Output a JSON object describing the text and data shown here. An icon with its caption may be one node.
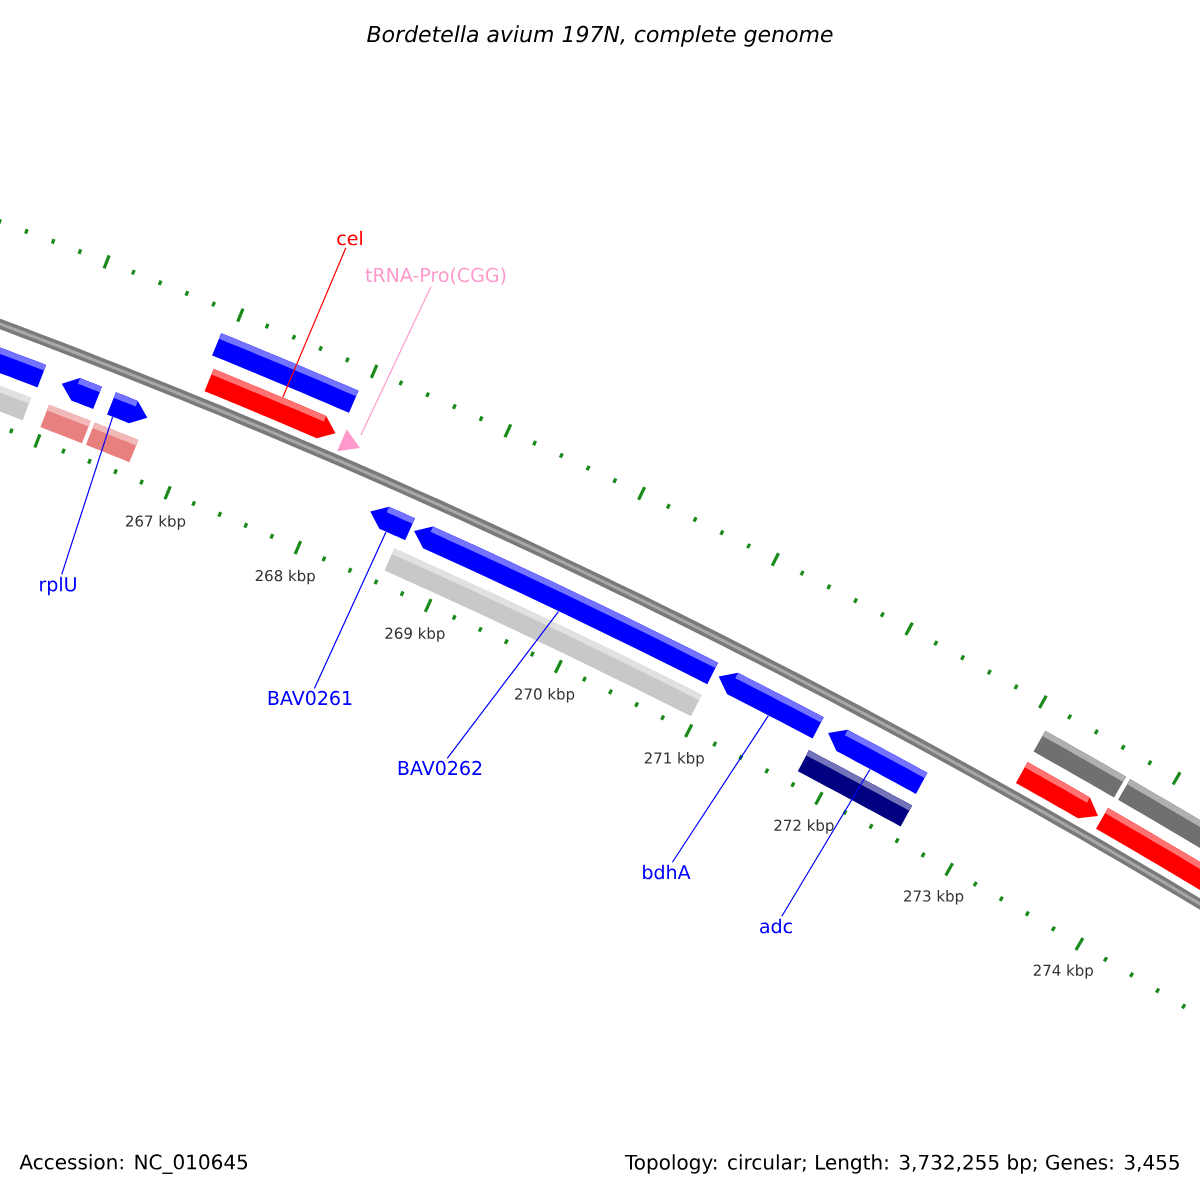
{
  "diagram": {
    "title": "Bordetella avium 197N, complete genome",
    "nodes": [
      {
        "text": [
          "cel"
        ]
      },
      {
        "text": [
          "tRNA-Pro(CGG)"
        ]
      },
      {
        "text": [
          "rplU"
        ]
      },
      {
        "text": [
          "BAV0261"
        ]
      },
      {
        "text": [
          "BAV0262"
        ]
      },
      {
        "text": [
          "bdhA"
        ]
      },
      {
        "text": [
          "adc"
        ]
      },
      {
        "text": [],
        "shape": "bar"
      },
      {
        "text": [],
        "shape": "bar"
      },
      {
        "text": [],
        "shape": "bar"
      },
      {
        "text": [],
        "shape": "bar"
      },
      {
        "text": [],
        "shape": "bar"
      },
      {
        "text": [],
        "shape": "bar"
      },
      {
        "text": [],
        "shape": "bar"
      },
      {
        "text": [],
        "shape": "bar"
      },
      {
        "text": [],
        "shape": "triangle"
      },
      {
        "text": [],
        "shape": "bar"
      },
      {
        "text": [],
        "shape": "bar"
      },
      {
        "text": [],
        "shape": "bar"
      },
      {
        "text": [],
        "shape": "bar"
      },
      {
        "text": [],
        "shape": "bar"
      },
      {
        "text": [],
        "shape": "bar"
      },
      {
        "text": [],
        "shape": "bar"
      },
      {
        "text": [],
        "shape": "bar"
      },
      {
        "text": [],
        "shape": "bar"
      },
      {
        "text": [],
        "shape": "bar"
      }
    ],
    "edges": [
      {
        "from": 0,
        "to": 14,
        "arrow": "none",
        "color": "#ff0000"
      },
      {
        "from": 1,
        "to": 15,
        "arrow": "none",
        "color": "#ff99cc"
      },
      {
        "from": 2,
        "to": 12,
        "arrow": "none"
      },
      {
        "from": 3,
        "to": 16,
        "arrow": "none"
      },
      {
        "from": 4,
        "to": 18,
        "arrow": "none"
      },
      {
        "from": 5,
        "to": 19,
        "arrow": "none"
      },
      {
        "from": 6,
        "to": 21,
        "arrow": "none"
      }
    ],
    "labels": [
      "267 kbp",
      "268 kbp",
      "269 kbp",
      "270 kbp",
      "271 kbp",
      "272 kbp",
      "273 kbp",
      "274 kbp",
      "Accession: NC_010645",
      "Topology: circular; Length: 3,732,255 bp; Genes: 3,455"
    ]
  }
}
